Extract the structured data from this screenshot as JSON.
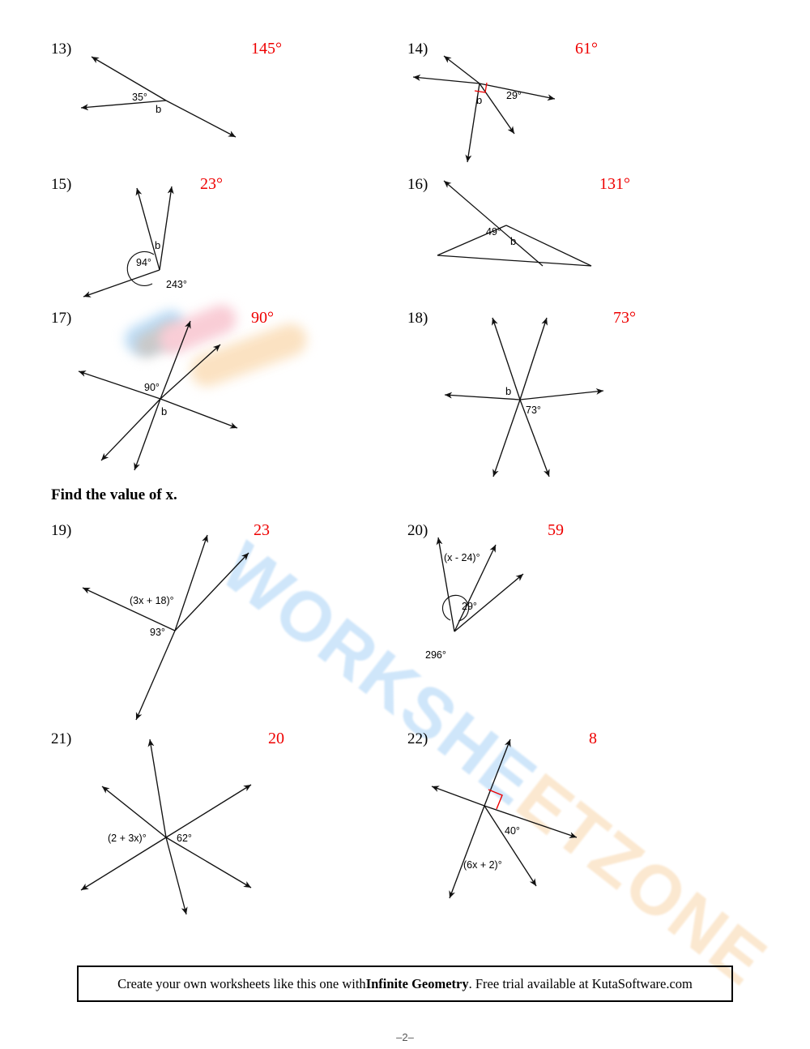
{
  "page": {
    "page_label": "–2–",
    "section_heading": "Find the value of x.",
    "answer_color": "#ee0000",
    "watermark_text": "WORKSHEETZONE"
  },
  "footer": {
    "text_before": "Create your own worksheets like this one with ",
    "product": "Infinite Geometry",
    "text_after": ".  Free trial available at KutaSoftware.com"
  },
  "problems": [
    {
      "number": "13)",
      "answer": "145°",
      "labels": {
        "angle": "35°",
        "unknown": "b"
      }
    },
    {
      "number": "14)",
      "answer": "61°",
      "labels": {
        "angle": "29°",
        "unknown": "b"
      }
    },
    {
      "number": "15)",
      "answer": "23°",
      "labels": {
        "angle1": "94°",
        "angle2": "243°",
        "unknown": "b"
      }
    },
    {
      "number": "16)",
      "answer": "131°",
      "labels": {
        "angle": "49°",
        "unknown": "b"
      }
    },
    {
      "number": "17)",
      "answer": "90°",
      "labels": {
        "angle": "90°",
        "unknown": "b"
      }
    },
    {
      "number": "18)",
      "answer": "73°",
      "labels": {
        "angle": "73°",
        "unknown": "b"
      }
    },
    {
      "number": "19)",
      "answer": "23",
      "labels": {
        "expr": "(3x + 18)°",
        "angle": "93°"
      }
    },
    {
      "number": "20)",
      "answer": "59",
      "labels": {
        "expr": "(x - 24)°",
        "angle": "29°",
        "reflex": "296°"
      }
    },
    {
      "number": "21)",
      "answer": "20",
      "labels": {
        "expr": "(2 + 3x)°",
        "angle": "62°"
      }
    },
    {
      "number": "22)",
      "answer": "8",
      "labels": {
        "expr": "(6x + 2)°",
        "angle": "40°"
      }
    }
  ]
}
